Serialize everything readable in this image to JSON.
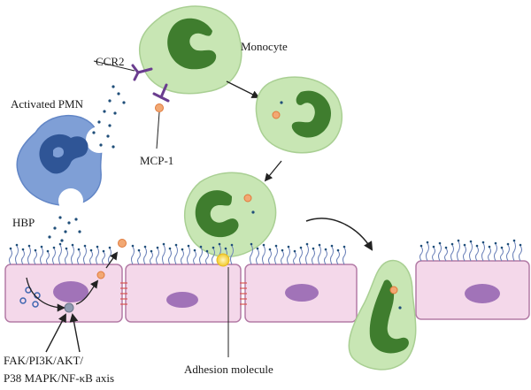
{
  "labels": {
    "monocyte": "Monocyte",
    "ccr2": "CCR2",
    "activated_pmn": "Activated PMN",
    "mcp1": "MCP-1",
    "hbp": "HBP",
    "adhesion_molecule": "Adhesion molecule",
    "pathway_line1": "FAK/PI3K/AKT/",
    "pathway_line2": "P38 MAPK/NF-κB axis"
  },
  "colors": {
    "monocyte_fill": "#c8e6b4",
    "monocyte_nucleus": "#3f7d2e",
    "pmn_fill": "#7f9fd6",
    "pmn_nucleus": "#2f5596",
    "endothelial_fill": "#f4d8ea",
    "endothelial_stroke": "#b37ba6",
    "endothelial_nucleus": "#a173b8",
    "receptor": "#6a3d8f",
    "hbp_dot": "#1f4e79",
    "mcp1_dot": "#f2a873",
    "adhesion": "#f7d84a",
    "junction": "#d9534f"
  }
}
